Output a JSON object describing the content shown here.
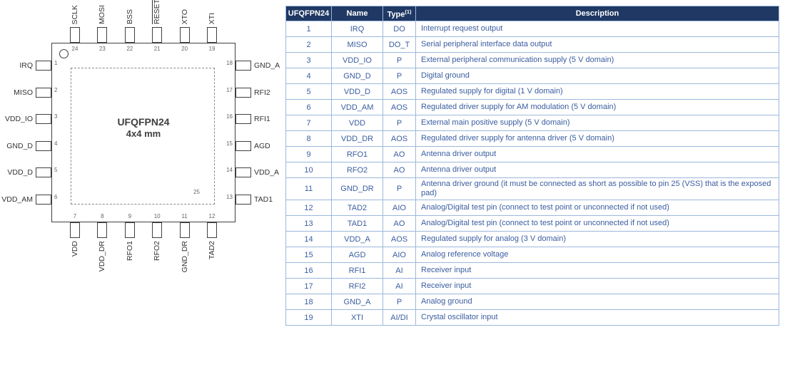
{
  "colors": {
    "header_bg": "#1f3864",
    "table_text": "#3a5da0",
    "table_border": "#9cb8dc",
    "chip_outline": "#404040"
  },
  "diagram": {
    "package_name": "UFQFPN24",
    "package_size": "4x4 mm",
    "exposed_pad_number": "25",
    "pins_top": [
      {
        "num": "24",
        "label": "SCLK"
      },
      {
        "num": "23",
        "label": "MOSI"
      },
      {
        "num": "22",
        "label": "BSS"
      },
      {
        "num": "21",
        "label": "RESET",
        "overline": true
      },
      {
        "num": "20",
        "label": "XTO"
      },
      {
        "num": "19",
        "label": "XTI"
      }
    ],
    "pins_left": [
      {
        "num": "1",
        "label": "IRQ"
      },
      {
        "num": "2",
        "label": "MISO"
      },
      {
        "num": "3",
        "label": "VDD_IO"
      },
      {
        "num": "4",
        "label": "GND_D"
      },
      {
        "num": "5",
        "label": "VDD_D"
      },
      {
        "num": "6",
        "label": "VDD_AM"
      }
    ],
    "pins_right": [
      {
        "num": "18",
        "label": "GND_A"
      },
      {
        "num": "17",
        "label": "RFI2"
      },
      {
        "num": "16",
        "label": "RFI1"
      },
      {
        "num": "15",
        "label": "AGD"
      },
      {
        "num": "14",
        "label": "VDD_A"
      },
      {
        "num": "13",
        "label": "TAD1"
      }
    ],
    "pins_bottom": [
      {
        "num": "7",
        "label": "VDD"
      },
      {
        "num": "8",
        "label": "VDD_DR"
      },
      {
        "num": "9",
        "label": "RFO1"
      },
      {
        "num": "10",
        "label": "RFO2"
      },
      {
        "num": "11",
        "label": "GND_DR"
      },
      {
        "num": "12",
        "label": "TAD2"
      }
    ]
  },
  "table": {
    "header": {
      "col_pin": "UFQFPN24",
      "col_name": "Name",
      "col_type": "Type",
      "col_type_sup": "(1)",
      "col_desc": "Description"
    },
    "rows": [
      {
        "pin": "1",
        "name": "IRQ",
        "type": "DO",
        "description": "Interrupt request output"
      },
      {
        "pin": "2",
        "name": "MISO",
        "type": "DO_T",
        "description": "Serial peripheral interface data output"
      },
      {
        "pin": "3",
        "name": "VDD_IO",
        "type": "P",
        "description": "External peripheral communication supply (5 V domain)"
      },
      {
        "pin": "4",
        "name": "GND_D",
        "type": "P",
        "description": "Digital ground"
      },
      {
        "pin": "5",
        "name": "VDD_D",
        "type": "AOS",
        "description": "Regulated supply for digital (1 V domain)"
      },
      {
        "pin": "6",
        "name": "VDD_AM",
        "type": "AOS",
        "description": "Regulated driver supply for AM modulation (5 V domain)"
      },
      {
        "pin": "7",
        "name": "VDD",
        "type": "P",
        "description": "External main positive supply (5 V domain)"
      },
      {
        "pin": "8",
        "name": "VDD_DR",
        "type": "AOS",
        "description": "Regulated driver supply for antenna driver (5 V domain)"
      },
      {
        "pin": "9",
        "name": "RFO1",
        "type": "AO",
        "description": "Antenna driver output"
      },
      {
        "pin": "10",
        "name": "RFO2",
        "type": "AO",
        "description": "Antenna driver output"
      },
      {
        "pin": "11",
        "name": "GND_DR",
        "type": "P",
        "description": "Antenna driver ground (it must be connected as short as possible to pin 25 (VSS) that is the exposed pad)"
      },
      {
        "pin": "12",
        "name": "TAD2",
        "type": "AIO",
        "description": "Analog/Digital test pin (connect to test point or unconnected if not used)"
      },
      {
        "pin": "13",
        "name": "TAD1",
        "type": "AO",
        "description": "Analog/Digital test pin (connect to test point or unconnected if not used)"
      },
      {
        "pin": "14",
        "name": "VDD_A",
        "type": "AOS",
        "description": "Regulated supply for analog (3 V domain)"
      },
      {
        "pin": "15",
        "name": "AGD",
        "type": "AIO",
        "description": "Analog reference voltage"
      },
      {
        "pin": "16",
        "name": "RFI1",
        "type": "AI",
        "description": "Receiver input"
      },
      {
        "pin": "17",
        "name": "RFI2",
        "type": "AI",
        "description": "Receiver input"
      },
      {
        "pin": "18",
        "name": "GND_A",
        "type": "P",
        "description": "Analog ground"
      },
      {
        "pin": "19",
        "name": "XTI",
        "type": "AI/DI",
        "description": "Crystal oscillator input"
      }
    ]
  }
}
